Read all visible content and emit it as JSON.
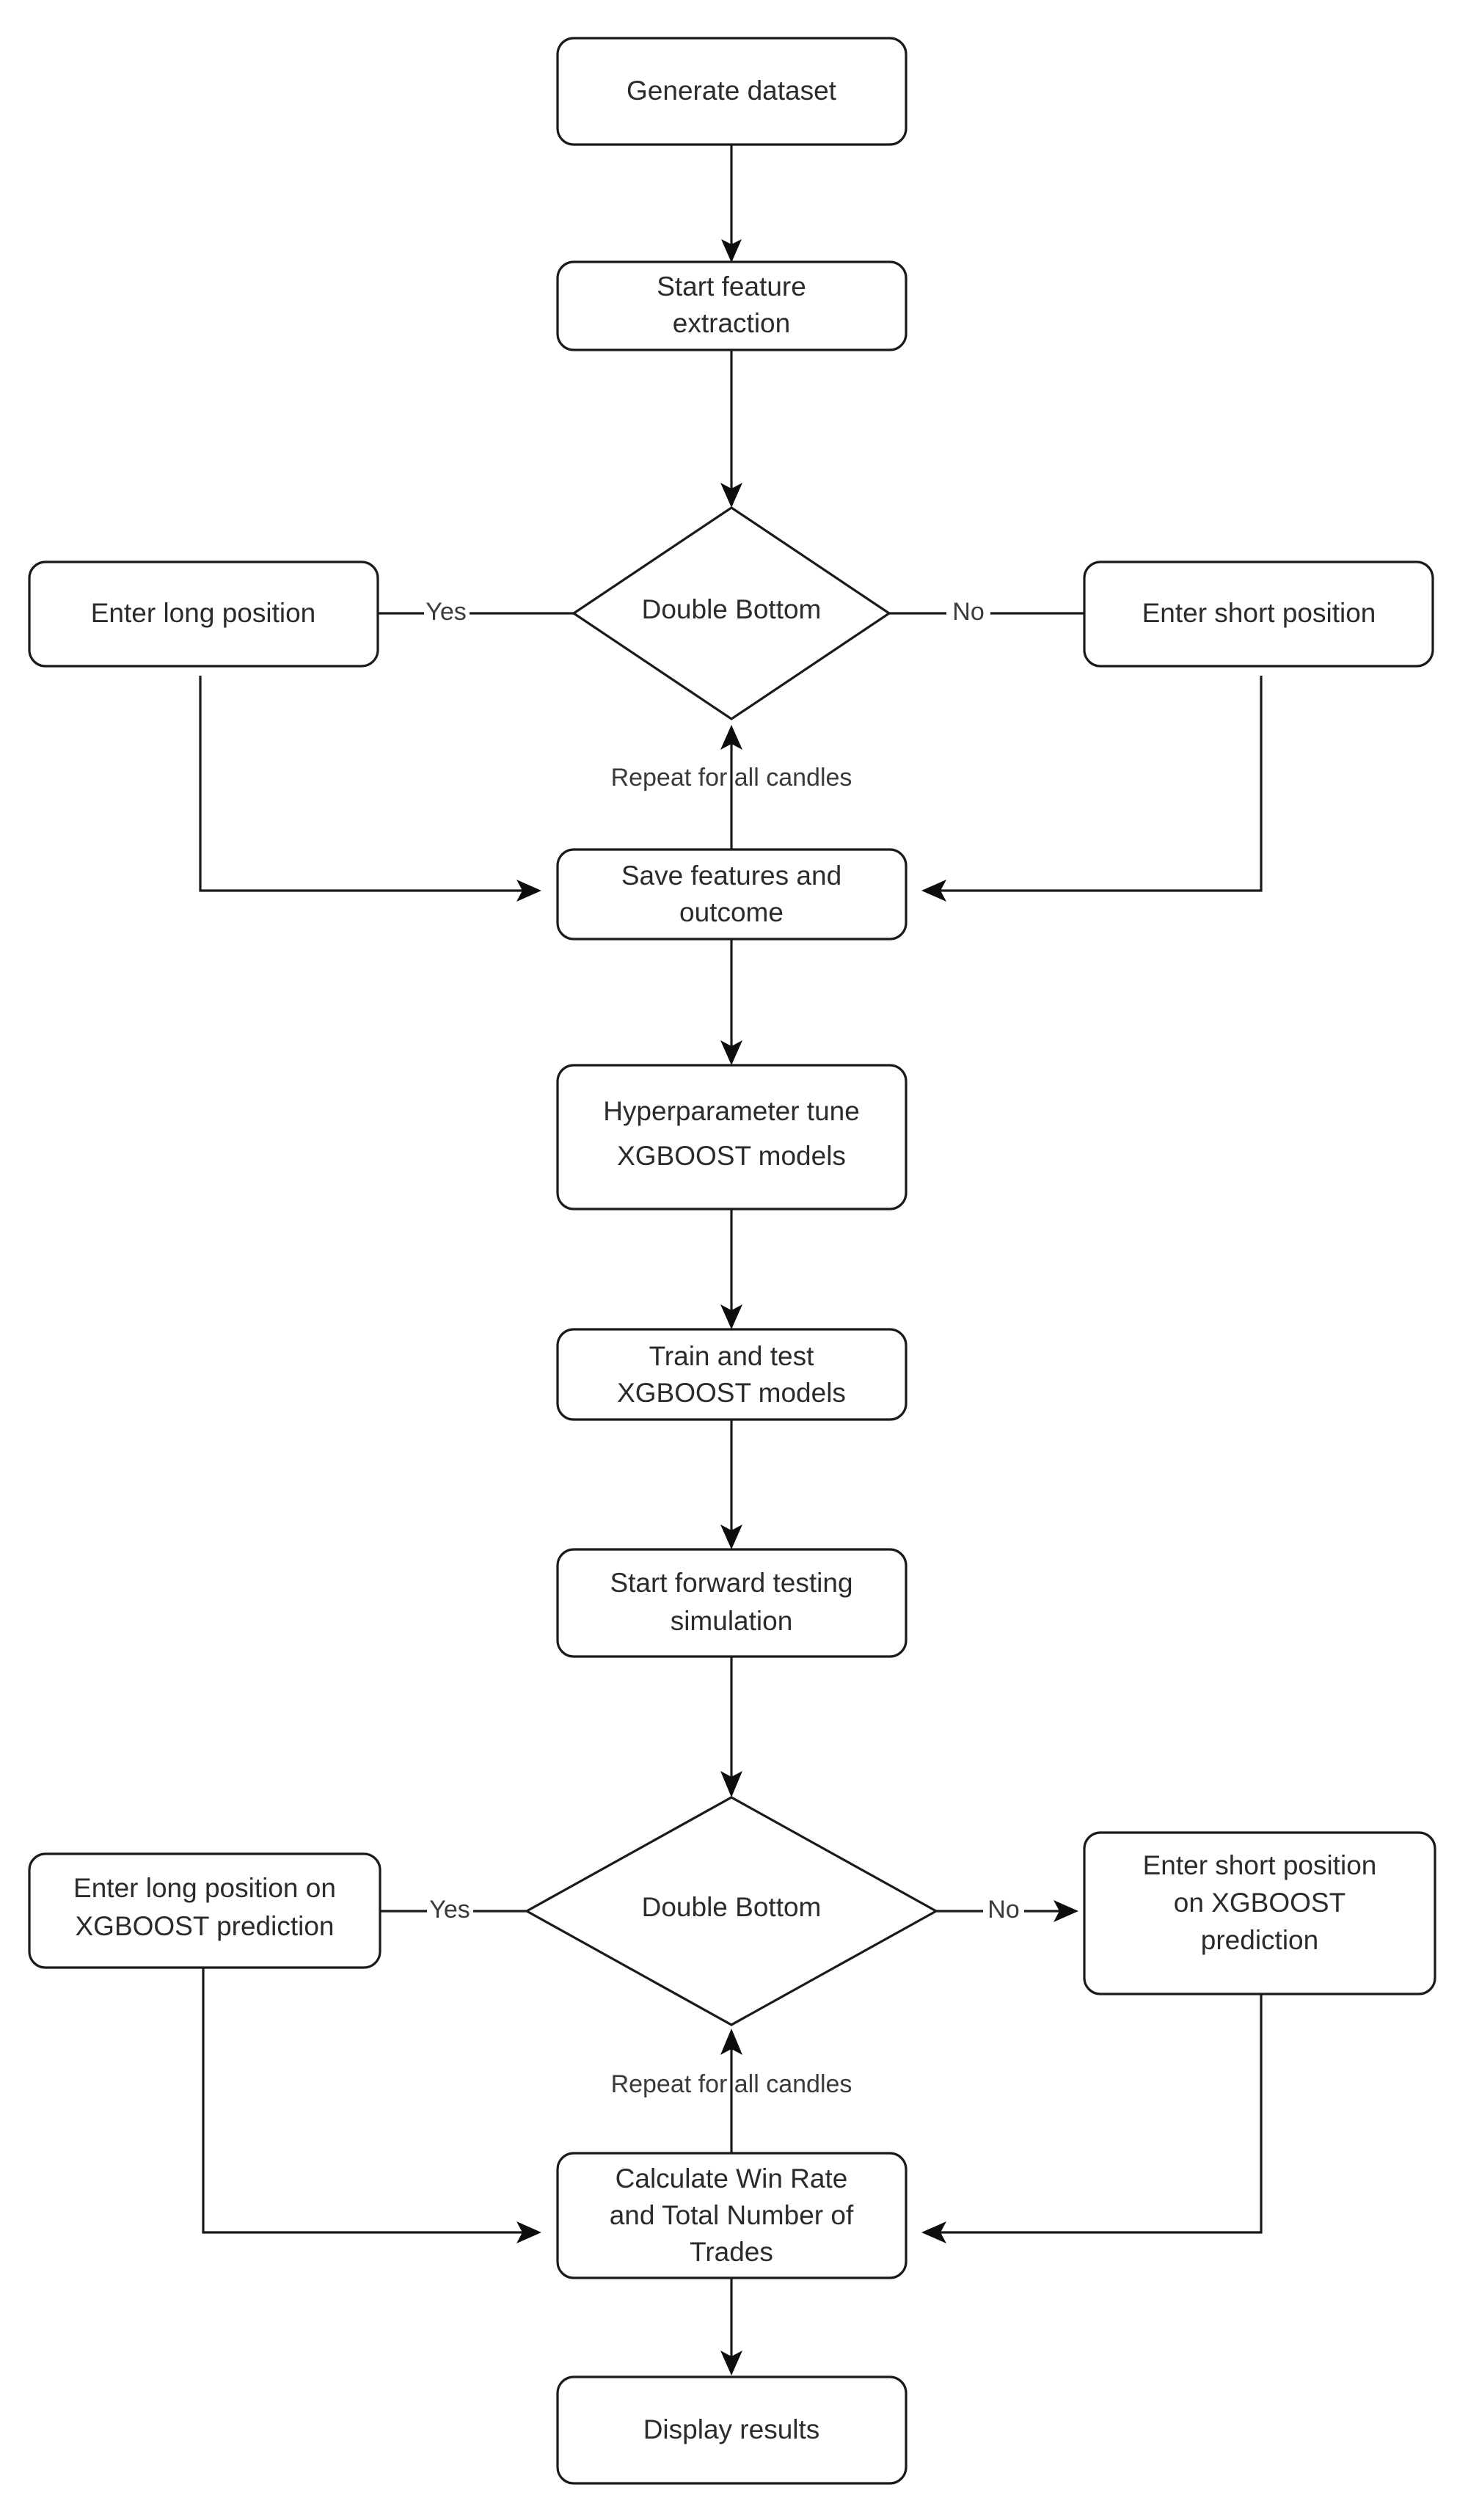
{
  "diagram": {
    "title": "Double Bottom XGBOOST trading strategy flowchart",
    "type": "flowchart",
    "background_color": "#ffffff",
    "stroke_color": "#1a1a1a",
    "text_color": "#2b2b2b",
    "nodes": [
      {
        "id": "generate-dataset",
        "shape": "rounded-rectangle",
        "lines": [
          "Generate dataset"
        ],
        "line1": "Generate dataset"
      },
      {
        "id": "start-feature-extraction",
        "shape": "rounded-rectangle",
        "lines": [
          "Start feature",
          "extraction"
        ],
        "line1": "Start feature",
        "line2": "extraction"
      },
      {
        "id": "double-bottom-decision-1",
        "shape": "diamond",
        "lines": [
          "Double Bottom"
        ],
        "line1": "Double Bottom"
      },
      {
        "id": "enter-long-position",
        "shape": "rounded-rectangle",
        "lines": [
          "Enter long position"
        ],
        "line1": "Enter long position"
      },
      {
        "id": "enter-short-position",
        "shape": "rounded-rectangle",
        "lines": [
          "Enter short position"
        ],
        "line1": "Enter short position"
      },
      {
        "id": "save-features-outcome",
        "shape": "rounded-rectangle",
        "lines": [
          "Save features and",
          "outcome"
        ],
        "line1": "Save features and",
        "line2": "outcome"
      },
      {
        "id": "hyperparameter-tune",
        "shape": "rounded-rectangle",
        "lines": [
          "Hyperparameter tune",
          "XGBOOST models"
        ],
        "line1": "Hyperparameter tune",
        "line2": "XGBOOST models"
      },
      {
        "id": "train-and-test",
        "shape": "rounded-rectangle",
        "lines": [
          "Train and test",
          "XGBOOST models"
        ],
        "line1": "Train and test",
        "line2": "XGBOOST models"
      },
      {
        "id": "start-forward-testing",
        "shape": "rounded-rectangle",
        "lines": [
          "Start forward testing",
          "simulation"
        ],
        "line1": "Start forward testing",
        "line2": "simulation"
      },
      {
        "id": "double-bottom-decision-2",
        "shape": "diamond",
        "lines": [
          "Double Bottom"
        ],
        "line1": "Double Bottom"
      },
      {
        "id": "enter-long-position-xgboost",
        "shape": "rounded-rectangle",
        "lines": [
          "Enter long position on",
          "XGBOOST prediction"
        ],
        "line1": "Enter long position on",
        "line2": "XGBOOST prediction"
      },
      {
        "id": "enter-short-position-xgboost",
        "shape": "rounded-rectangle",
        "lines": [
          "Enter short position",
          "on XGBOOST",
          "prediction"
        ],
        "line1": "Enter short position",
        "line2": "on XGBOOST",
        "line3": "prediction"
      },
      {
        "id": "calculate-win-rate",
        "shape": "rounded-rectangle",
        "lines": [
          "Calculate Win Rate",
          "and Total Number of",
          "Trades"
        ],
        "line1": "Calculate Win Rate",
        "line2": "and Total Number of",
        "line3": "Trades"
      },
      {
        "id": "display-results",
        "shape": "rounded-rectangle",
        "lines": [
          "Display results"
        ],
        "line1": "Display results"
      }
    ],
    "edge_labels": {
      "yes_1": "Yes",
      "no_1": "No",
      "repeat_1": "Repeat for all candles",
      "yes_2": "Yes",
      "no_2": "No",
      "repeat_2": "Repeat for all candles"
    }
  }
}
